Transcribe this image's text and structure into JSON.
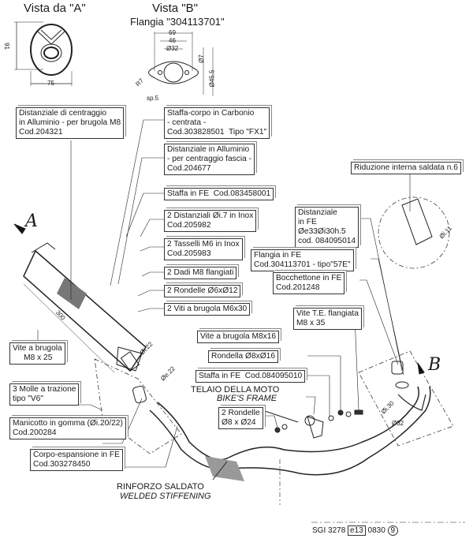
{
  "views": {
    "view_a": {
      "title": "Vista da \"A\"",
      "dim_height": "91",
      "dim_width": "75"
    },
    "view_b": {
      "title": "Vista \"B\"",
      "subtitle": "Flangia \"304113701\"",
      "dims": {
        "d69": "69",
        "d46": "46",
        "d32": "Ø32",
        "d7": "Ø7",
        "d45": "Ø45.5",
        "r7": "R7",
        "sp": "sp.5"
      }
    }
  },
  "markers": {
    "a": "A",
    "b": "B"
  },
  "labels": {
    "distanziale_centraggio": "Distanziale di centraggio\nin Alluminio - per brugola M8\nCod.204321",
    "staffa_carbonio": "Staffa-corpo in Carbonio\n- centrata -\nCod.303828501  Tipo \"FX1\"",
    "distanziale_alluminio": "Distanziale in Alluminio\n- per centraggio fascia -\nCod.204677",
    "staffa_fe_1": "Staffa in FE  Cod.083458001",
    "distanziali_inox": "2 Distanziali Øi.7 in Inox\nCod.205982",
    "tasselli": "2 Tasselli M6 in Inox\nCod.205983",
    "dadi": "2 Dadi M8 flangiati",
    "rondelle_6": "2 Rondelle Ø6xØ12",
    "viti_m6": "2 Viti a brugola M6x30",
    "riduzione": "Riduzione interna saldata n.6",
    "distanziale_fe": "Distanziale\nin FE\nØe33Øi30h.5\ncod. 084095014",
    "flangia_fe": "Flangia in FE\nCod.304113701 - tipo\"57E\"",
    "bocchettone": "Bocchettone in FE\nCod.201248",
    "vite_te": "Vite T.E. flangiata\nM8 x 35",
    "vite_m8x16": "Vite a brugola M8x16",
    "rondella_8": "Rondella Ø8xØ16",
    "staffa_fe_2": "Staffa in FE  Cod.084095010",
    "rondelle_24": "2 Rondelle\nØ8 x Ø24",
    "vite_m8x25": "Vite a brugola\n     M8 x 25",
    "molle": "3 Molle a trazione\ntipo \"V6\"",
    "manicotto": "Manicotto in gomma (Øi.20/22)\nCod.200284",
    "corpo_espansione": "Corpo-espansione in FE\nCod.303278450"
  },
  "frame_text": {
    "it": "TELAIO DELLA MOTO",
    "en": "BIKE'S FRAME"
  },
  "stiffening_text": {
    "it": "RINFORZO SALDATO",
    "en": "WELDED STIFFENING"
  },
  "dims": {
    "length_300": "300",
    "di22": "Øi.22",
    "de22": "Øe.22",
    "di11": "Øi.11",
    "di30": "Øi.30",
    "d32": "Ø32"
  },
  "homologation": {
    "prefix": "SGI 3278",
    "mark": "e13",
    "code": "0830",
    "circled": "9"
  }
}
